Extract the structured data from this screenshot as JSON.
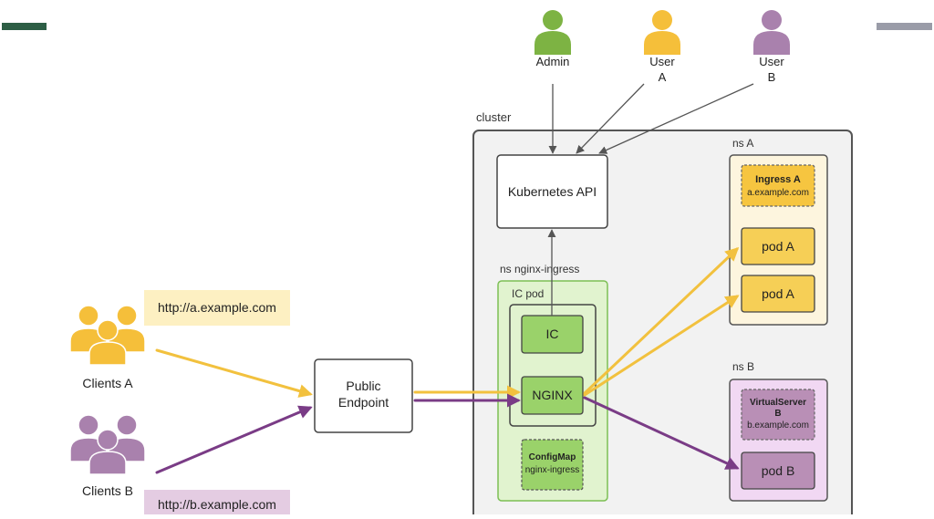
{
  "corner_bars": {
    "left_color": "#2d5e45",
    "right_color": "#9a9ca8"
  },
  "colors": {
    "admin_green": "#7db343",
    "user_a_yellow": "#f5bf3a",
    "user_b_purple": "#a981ad",
    "flow_yellow": "#f2c13e",
    "flow_purple": "#7a3c86",
    "cluster_bg": "#f2f2f2",
    "nginx_ns_bg": "#e1f3cf",
    "ic_green": "#9ad26a",
    "ns_a_bg": "#fdf5de",
    "ns_b_bg": "#f1d8f3",
    "pod_yellow": "#f6cf56",
    "pod_purple": "#b98fb6",
    "url_a_bg": "#fdf0c2",
    "url_b_bg": "#e4cce2"
  },
  "actors": {
    "admin": {
      "label": "Admin",
      "icon": "person-icon"
    },
    "user_a": {
      "line1": "User",
      "line2": "A",
      "icon": "person-icon"
    },
    "user_b": {
      "line1": "User",
      "line2": "B",
      "icon": "person-icon"
    }
  },
  "clients": {
    "a": {
      "label": "Clients A",
      "icon": "people-group-icon"
    },
    "b": {
      "label": "Clients B",
      "icon": "people-group-icon"
    }
  },
  "urls": {
    "a": "http://a.example.com",
    "b": "http://b.example.com"
  },
  "public_endpoint": {
    "line1": "Public",
    "line2": "Endpoint"
  },
  "cluster": {
    "label": "cluster",
    "kubernetes_api": "Kubernetes API",
    "ns_nginx": {
      "label": "ns nginx-ingress",
      "ic_pod_label": "IC pod",
      "ic": "IC",
      "nginx": "NGINX",
      "configmap": {
        "title": "ConfigMap",
        "name": "nginx-ingress"
      }
    },
    "ns_a": {
      "label": "ns A",
      "ingress": {
        "title": "Ingress A",
        "host": "a.example.com"
      },
      "pods": [
        "pod A",
        "pod A"
      ]
    },
    "ns_b": {
      "label": "ns B",
      "virtualserver": {
        "title_line1": "VirtualServer",
        "title_line2": "B",
        "host": "b.example.com"
      },
      "pod": "pod B"
    }
  }
}
